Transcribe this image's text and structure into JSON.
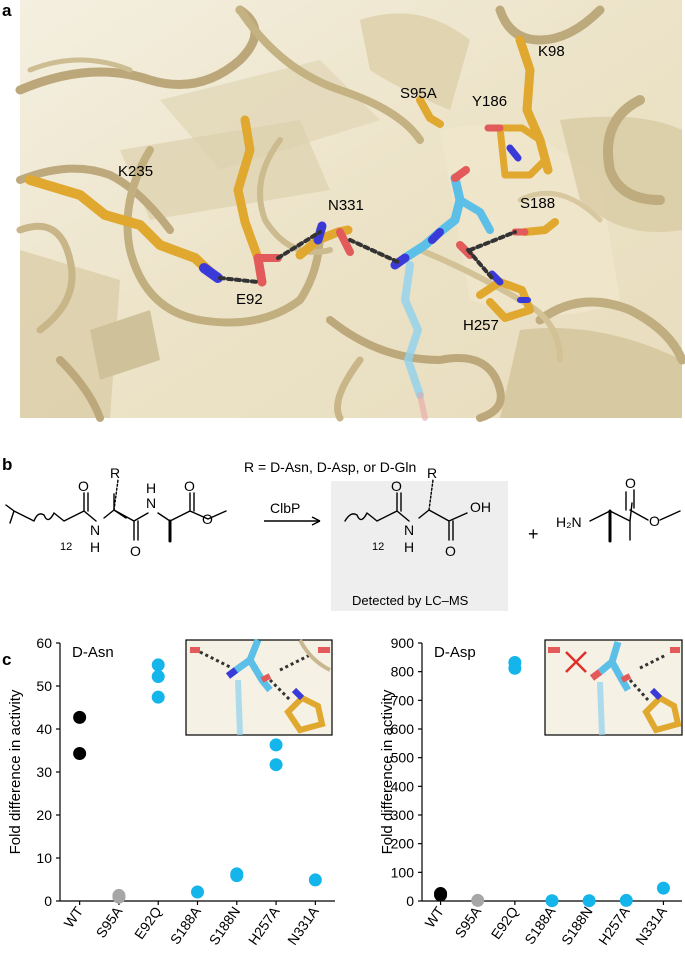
{
  "panel_a": {
    "letter": "a",
    "residue_labels": [
      "K98",
      "S95A",
      "Y186",
      "K235",
      "N331",
      "S188",
      "E92",
      "H257"
    ]
  },
  "panel_b": {
    "letter": "b",
    "r_definition": "R = D-Asn, D-Asp, or D-Gln",
    "enzyme": "ClbP",
    "plus": "+",
    "detected_label": "Detected by LC–MS",
    "subscript": "12",
    "atoms": {
      "O": "O",
      "N": "N",
      "H": "H",
      "R": "R",
      "OH": "OH",
      "H2N": "H₂N"
    }
  },
  "panel_c": {
    "letter": "c"
  },
  "colors": {
    "protein": "#c9b88f",
    "protein_light": "#e6dcc0",
    "gold": "#e0a82e",
    "ligand_blue": "#5bbfe8",
    "nitrogen": "#3a3ad8",
    "oxygen": "#e35a5a",
    "wt_black": "#000000",
    "s95a_gray": "#a6a6a6",
    "mutant_blue": "#13b5ea",
    "shaded_box": "#eeeeee"
  },
  "chart_data": [
    {
      "type": "scatter",
      "title": "D-Asn",
      "ylabel": "Fold difference in activity",
      "categories": [
        "WT",
        "S95A",
        "E92Q",
        "S188A",
        "S188N",
        "H257A",
        "N331A"
      ],
      "ylim": [
        0,
        60
      ],
      "yticks": [
        0,
        10,
        20,
        30,
        40,
        50,
        60
      ],
      "points": [
        {
          "x": "WT",
          "y": 42.7,
          "color": "#000000"
        },
        {
          "x": "WT",
          "y": 34.3,
          "color": "#000000"
        },
        {
          "x": "S95A",
          "y": 1.3,
          "color": "#a6a6a6"
        },
        {
          "x": "S95A",
          "y": 0.9,
          "color": "#a6a6a6"
        },
        {
          "x": "E92Q",
          "y": 54.9,
          "color": "#13b5ea"
        },
        {
          "x": "E92Q",
          "y": 52.2,
          "color": "#13b5ea"
        },
        {
          "x": "E92Q",
          "y": 47.4,
          "color": "#13b5ea"
        },
        {
          "x": "S188A",
          "y": 2.1,
          "color": "#13b5ea"
        },
        {
          "x": "S188N",
          "y": 6.3,
          "color": "#13b5ea"
        },
        {
          "x": "S188N",
          "y": 5.9,
          "color": "#13b5ea"
        },
        {
          "x": "H257A",
          "y": 36.3,
          "color": "#13b5ea"
        },
        {
          "x": "H257A",
          "y": 31.7,
          "color": "#13b5ea"
        },
        {
          "x": "N331A",
          "y": 4.9,
          "color": "#13b5ea"
        }
      ]
    },
    {
      "type": "scatter",
      "title": "D-Asp",
      "ylabel": "Fold difference in activity",
      "categories": [
        "WT",
        "S95A",
        "E92Q",
        "S188A",
        "S188N",
        "H257A",
        "N331A"
      ],
      "ylim": [
        0,
        900
      ],
      "yticks": [
        0,
        100,
        200,
        300,
        400,
        500,
        600,
        700,
        800,
        900
      ],
      "points": [
        {
          "x": "WT",
          "y": 26,
          "color": "#000000"
        },
        {
          "x": "WT",
          "y": 21,
          "color": "#000000"
        },
        {
          "x": "S95A",
          "y": 2,
          "color": "#a6a6a6"
        },
        {
          "x": "E92Q",
          "y": 832,
          "color": "#13b5ea"
        },
        {
          "x": "E92Q",
          "y": 812,
          "color": "#13b5ea"
        },
        {
          "x": "S188A",
          "y": 1,
          "color": "#13b5ea"
        },
        {
          "x": "S188N",
          "y": 1,
          "color": "#13b5ea"
        },
        {
          "x": "H257A",
          "y": 2,
          "color": "#13b5ea"
        },
        {
          "x": "N331A",
          "y": 45,
          "color": "#13b5ea"
        }
      ]
    }
  ]
}
